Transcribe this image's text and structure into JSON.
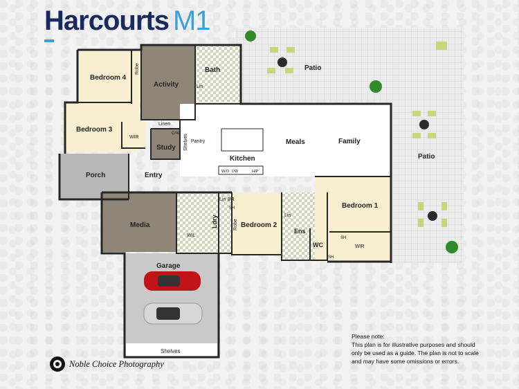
{
  "brand": {
    "name": "Harcourts",
    "suffix": "M1",
    "color": "#1b2a5e",
    "accent": "#3ba0d8"
  },
  "rooms": {
    "bedroom4": "Bedroom 4",
    "robe_b4": "Robe",
    "activity": "Activity",
    "bath": "Bath",
    "lin_bath": "Lin",
    "bedroom3": "Bedroom 3",
    "wir_b3": "WIR",
    "linen": "Linen",
    "gw": "G/W",
    "study": "Study",
    "shelves_study": "Shelves",
    "pantry": "Pantry",
    "meals": "Meals",
    "family": "Family",
    "kitchen": "Kitchen",
    "wo": "W/O",
    "dw": "DW",
    "hp": "H/P",
    "porch": "Porch",
    "entry": "Entry",
    "media": "Media",
    "lin_hall": "Lin",
    "br": "BR",
    "sh_hall": "SH",
    "ldry": "Ldry",
    "robe_b2": "Robe",
    "bedroom2": "Bedroom 2",
    "wil": "WIL",
    "lin_ens": "Lin",
    "ens": "Ens",
    "wc": "WC",
    "bedroom1": "Bedroom 1",
    "sh_b1": "SH",
    "wir_b1": "WIR",
    "sh_wir": "SH",
    "garage": "Garage",
    "shelves_garage": "Shelves",
    "patio_top": "Patio",
    "patio_right": "Patio"
  },
  "colors": {
    "bedroom": "#f7efcf",
    "living": "#ffffff",
    "activity": "#8f8677",
    "porch": "#b8b8b8",
    "garage": "#c9c9c9",
    "wet": "#d8ddc4",
    "wall": "#262626",
    "patio": "#e9e9e9",
    "grid": "#d2d2d2",
    "car_red": "#c01418",
    "car_silver": "#d7d7d7",
    "plant": "#2f8a2a"
  },
  "icons": [
    "palm-plant-icon",
    "outdoor-table-set-icon",
    "red-car-icon",
    "silver-car-icon",
    "photographer-logo-icon"
  ],
  "note": {
    "heading": "Please note:",
    "line1": "This plan is for illustrative purposes and should",
    "line2": "only be used as a guide. The plan is not to scale",
    "line3": "and may have some omissions or errors."
  },
  "photographer": "Noble Choice Photography"
}
